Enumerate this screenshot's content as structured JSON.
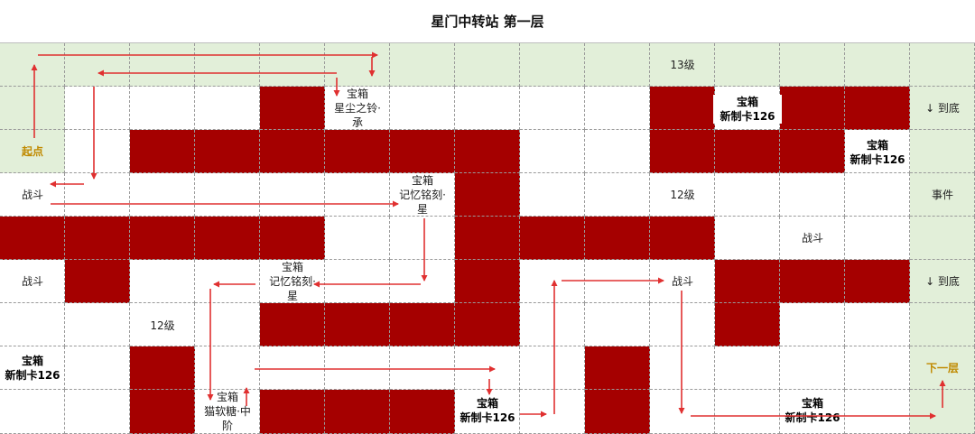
{
  "title": "星门中转站  第一层",
  "colors": {
    "wall": "#a50000",
    "edge_column": "#e2efd9",
    "route_arrow": "#e03030",
    "start_text": "#c08a00"
  },
  "labels": {
    "lv13": "13级",
    "lv12": "12级",
    "start": "起点",
    "next_floor": "下一层",
    "to_bottom": "↓ 到底",
    "event": "事件",
    "battle": "战斗",
    "chest_star_bell": {
      "l1": "宝箱",
      "l2": "星尘之铃·",
      "l3": "承"
    },
    "chest_card_a": {
      "l1": "宝箱",
      "l2": "新制卡126"
    },
    "chest_card_b": {
      "l1": "宝箱",
      "l2": "新制卡126"
    },
    "chest_memory_a": {
      "l1": "宝箱",
      "l2": "记忆铭刻·",
      "l3": "星"
    },
    "chest_memory_b": {
      "l1": "宝箱",
      "l2": "记忆铭刻·",
      "l3": "星"
    },
    "chest_card_c": {
      "l1": "宝箱",
      "l2": "新制卡126"
    },
    "chest_cat_candy": {
      "l1": "宝箱",
      "l2": "猫软糖·中",
      "l3": "阶"
    },
    "chest_card_d": {
      "l1": "宝箱",
      "l2": "新制卡126"
    },
    "chest_card_e": {
      "l1": "宝箱",
      "l2": "新制卡126"
    }
  }
}
